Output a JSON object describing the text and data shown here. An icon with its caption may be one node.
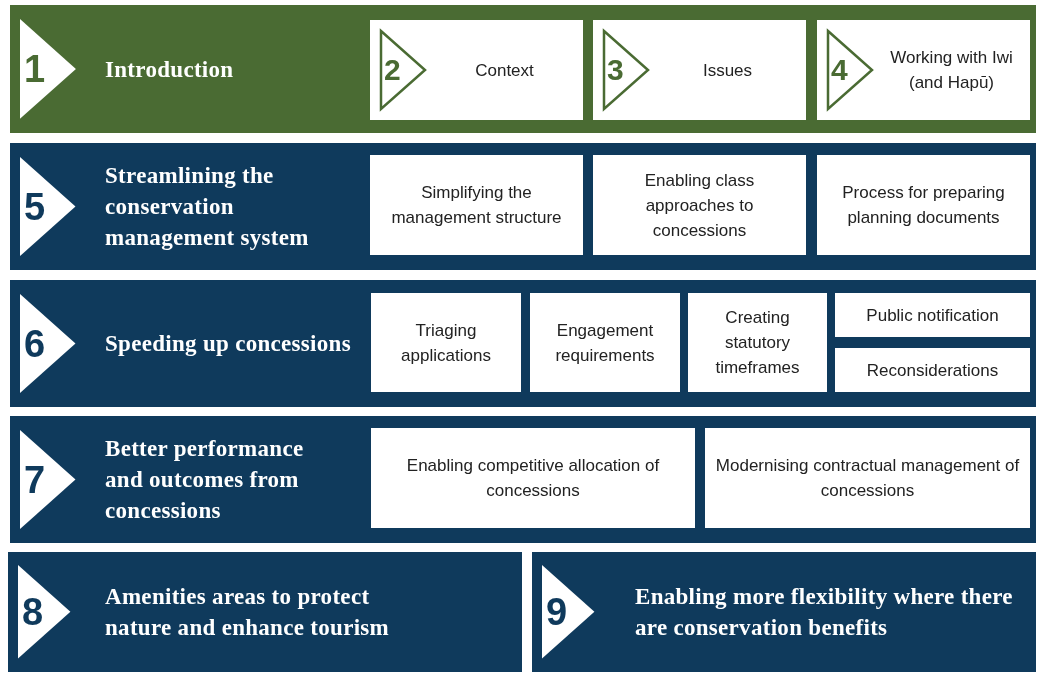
{
  "diagram": {
    "nodes": [
      {
        "text": [
          "1",
          "Introduction"
        ]
      },
      {
        "text": [
          "2",
          "Context"
        ],
        "in": 0
      },
      {
        "text": [
          "3",
          "Issues"
        ],
        "in": 0
      },
      {
        "text": [
          "4",
          "Working with Iwi (and Hapū)"
        ],
        "in": 0
      },
      {
        "text": [
          "5",
          "Streamlining the conservation management system"
        ]
      },
      {
        "text": [
          "Simplifying the management structure"
        ],
        "in": 4
      },
      {
        "text": [
          "Enabling class approaches to concessions"
        ],
        "in": 4
      },
      {
        "text": [
          "Process for preparing planning documents"
        ],
        "in": 4
      },
      {
        "text": [
          "6",
          "Speeding up concessions"
        ]
      },
      {
        "text": [
          "Triaging applications"
        ],
        "in": 8
      },
      {
        "text": [
          "Engagement requirements"
        ],
        "in": 8
      },
      {
        "text": [
          "Creating statutory timeframes"
        ],
        "in": 8
      },
      {
        "text": [
          "Public notification"
        ],
        "in": 8
      },
      {
        "text": [
          "Reconsiderations"
        ],
        "in": 8
      },
      {
        "text": [
          "7",
          "Better performance and outcomes from concessions"
        ]
      },
      {
        "text": [
          "Enabling competitive allocation of concessions"
        ],
        "in": 14
      },
      {
        "text": [
          "Modernising contractual management of concessions"
        ],
        "in": 14
      },
      {
        "text": [
          "8",
          "Amenities areas to protect nature and enhance tourism"
        ]
      },
      {
        "text": [
          "9",
          "Enabling more flexibility where there are conservation benefits"
        ]
      }
    ],
    "edges": []
  }
}
